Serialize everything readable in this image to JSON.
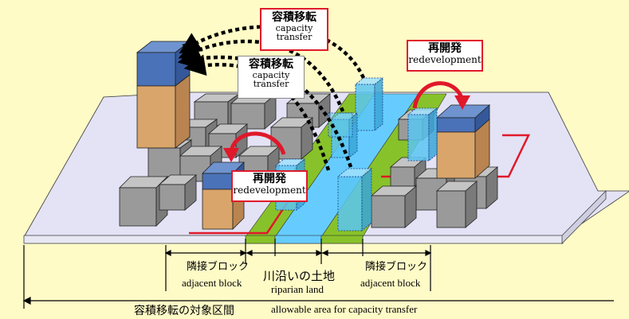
{
  "labels": {
    "capacity_transfer_top": {
      "jp": "容積移転",
      "en1": "capacity",
      "en2": "transfer"
    },
    "capacity_transfer_mid": {
      "jp": "容積移転",
      "en1": "capacity",
      "en2": "transfer"
    },
    "redevelopment_right": {
      "jp": "再開発",
      "en": "redevelopment"
    },
    "redevelopment_left": {
      "jp": "再開発",
      "en": "redevelopment"
    }
  },
  "zones": {
    "left_jp": "隣接ブロック",
    "left_en": "adjacent block",
    "center_jp": "川沿いの土地",
    "center_en": "riparian land",
    "right_jp": "隣接ブロック",
    "right_en": "adjacent block"
  },
  "bottom": {
    "jp": "容積移転の対象区間",
    "en": "allowable area for capacity transfer"
  },
  "colors": {
    "background": "#fffbc7",
    "ground": "#e4e2f5",
    "river": "#66ccff",
    "green_strip": "#88c22a",
    "building_gray": "#9a9a9a",
    "building_blue": "#4a72b8",
    "building_tan": "#d9a56a",
    "arrow_red": "#e0182a",
    "outline_red": "#e0182a"
  }
}
